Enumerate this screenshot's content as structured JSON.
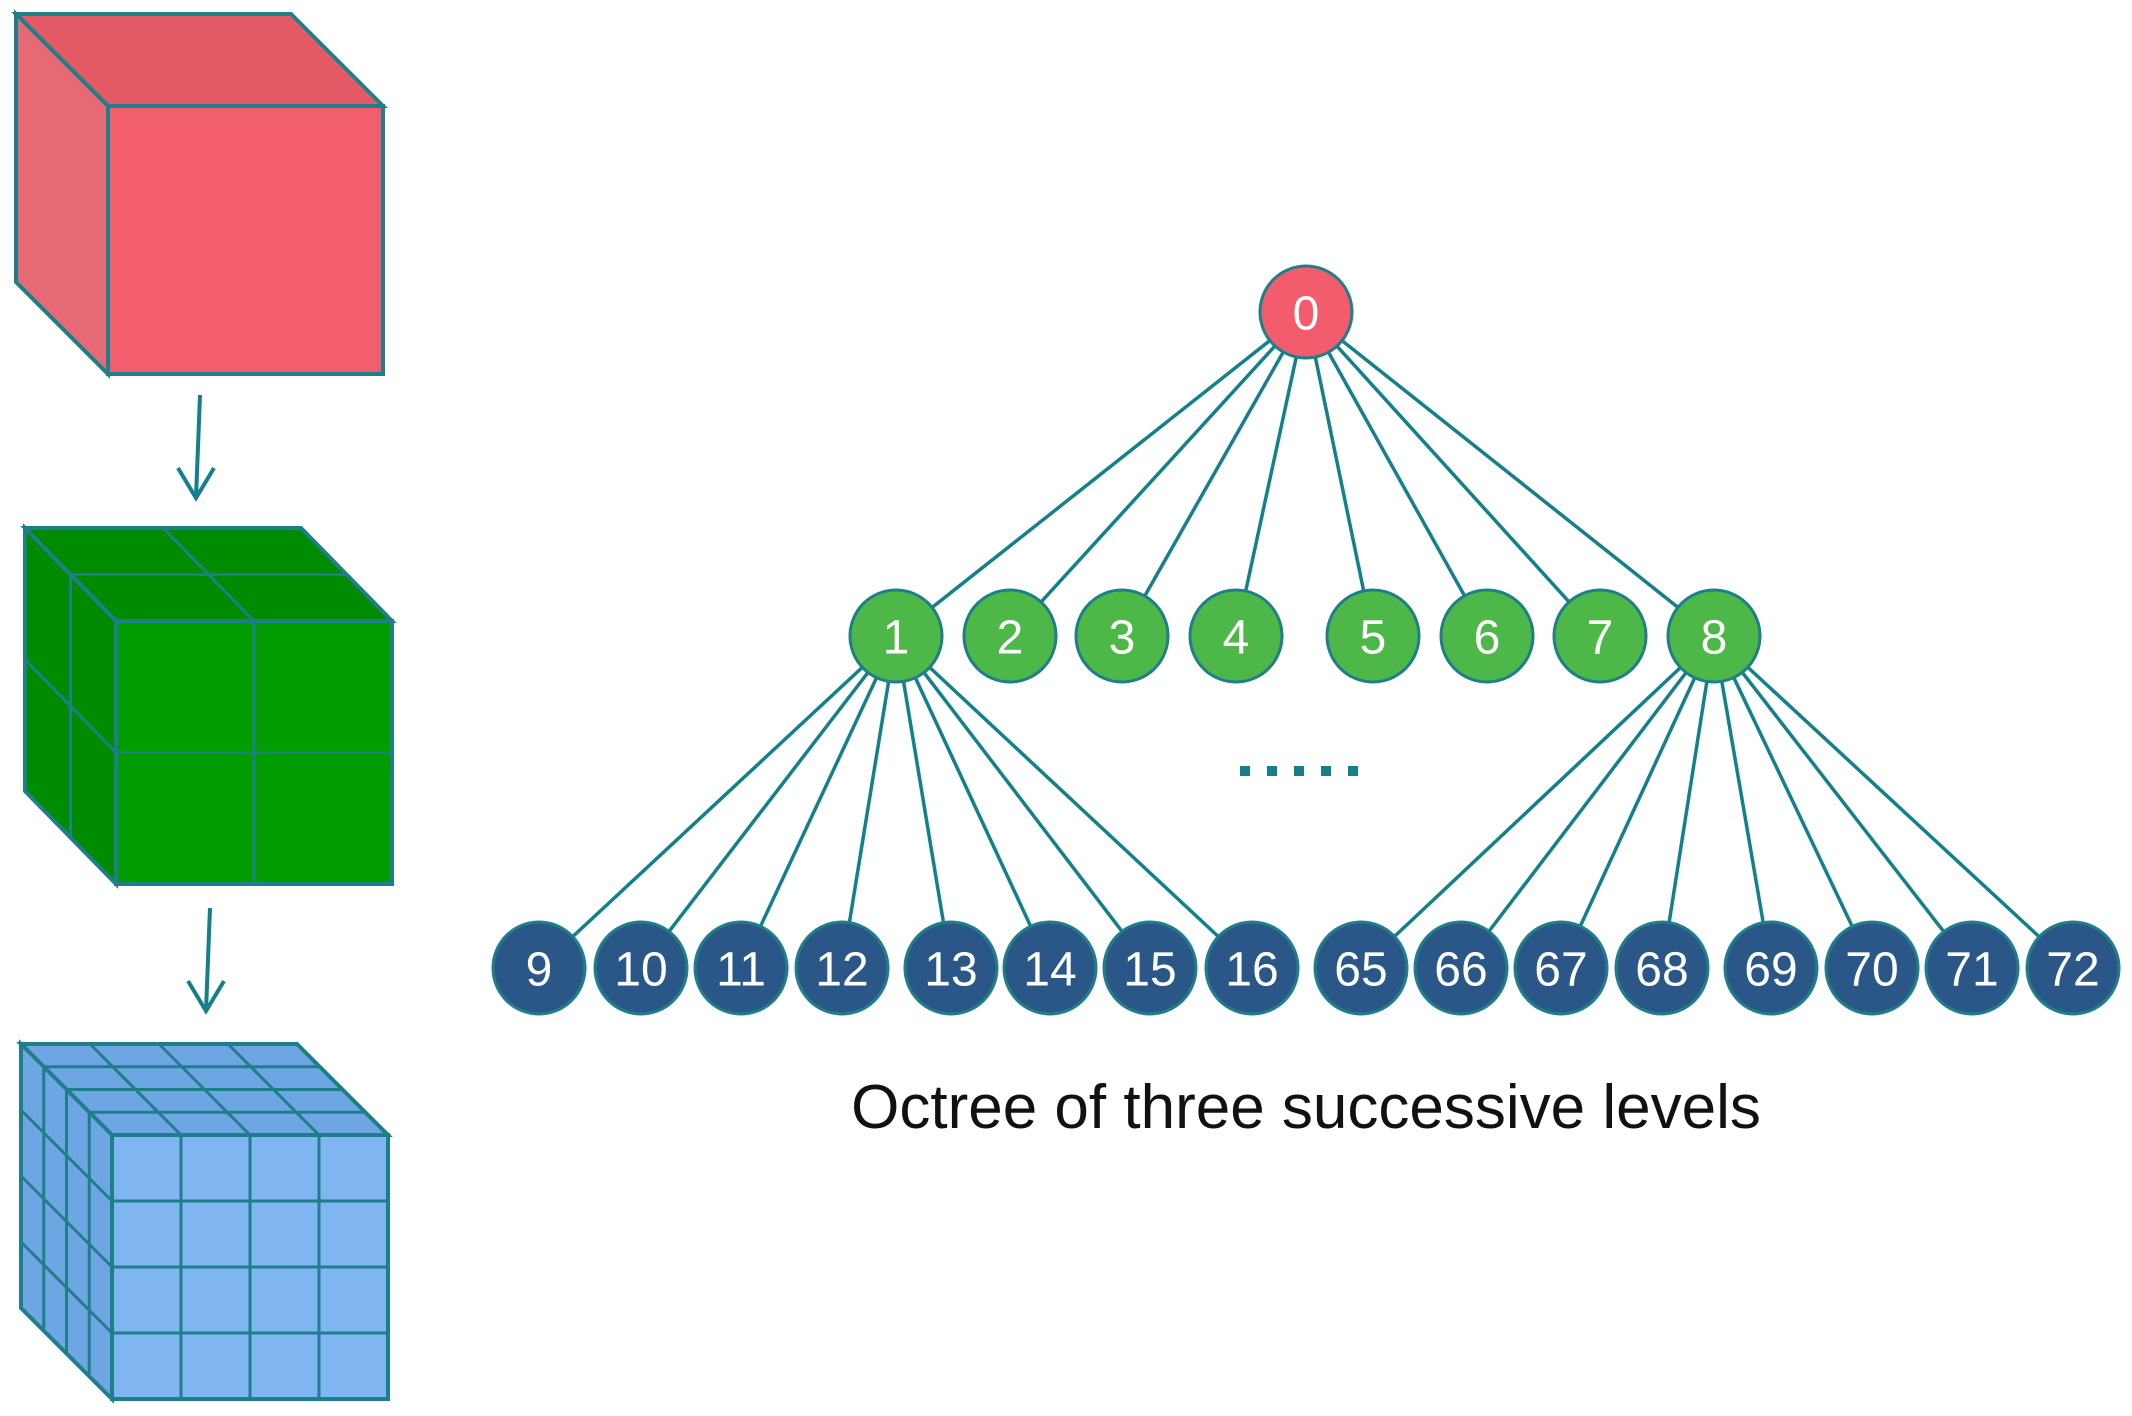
{
  "caption": "Octree of three successive levels",
  "colors": {
    "line": "#13808c",
    "root_fill": "#f25c6c",
    "level1_fill": "#4db848",
    "level2_fill": "#2b5788",
    "node_stroke": "#1e7f8a",
    "cube_red_front": "#f25e6e",
    "cube_red_top": "#e35a66",
    "cube_green_front": "#009c00",
    "cube_green_side": "#008c00",
    "cube_blue_front": "#7fb6f2",
    "cube_blue_side": "#6ea6e4"
  },
  "tree": {
    "root": {
      "label": "0"
    },
    "level1": [
      "1",
      "2",
      "3",
      "4",
      "5",
      "6",
      "7",
      "8"
    ],
    "level2_left": [
      "9",
      "10",
      "11",
      "12",
      "13",
      "14",
      "15",
      "16"
    ],
    "level2_right": [
      "65",
      "66",
      "67",
      "68",
      "69",
      "70",
      "71",
      "72"
    ],
    "ellipsis": "....."
  },
  "cubes": [
    {
      "name": "root-cube",
      "subdivisions": 1,
      "color": "red"
    },
    {
      "name": "level1-cube",
      "subdivisions": 2,
      "color": "green"
    },
    {
      "name": "level2-cube",
      "subdivisions": 4,
      "color": "blue"
    }
  ]
}
